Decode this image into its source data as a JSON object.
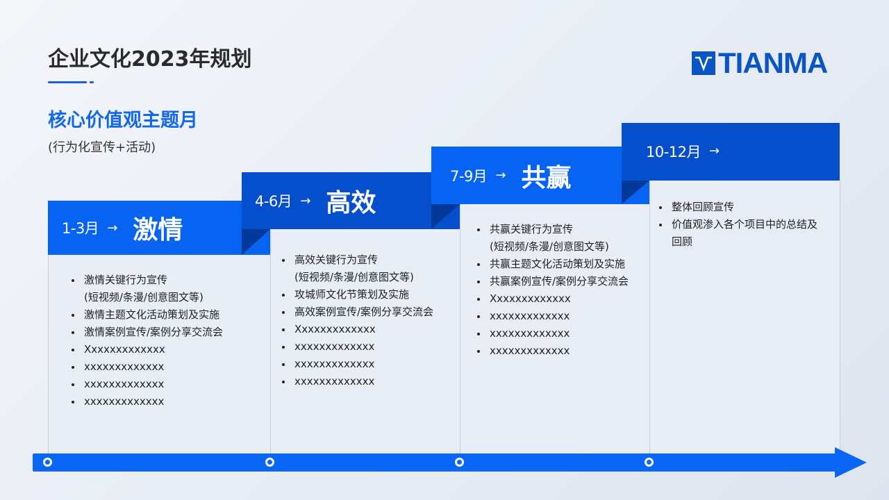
{
  "header": {
    "title": "企业文化2023年规划",
    "subtitle": "核心价值观主题月",
    "subnote": "(行为化宣传+活动)",
    "logo_text": "TIANMA"
  },
  "colors": {
    "bright_blue": "#0764f2",
    "dark_blue": "#054fcc",
    "fold_blue": "#033a9a",
    "title_blue": "#1268e8",
    "logo_blue": "#0a55c4",
    "timeline_blue": "#0a66f5"
  },
  "phases": [
    {
      "range": "1-3月",
      "arrow": "→",
      "theme": "激情",
      "items": [
        {
          "text": "激情关键行为宣传",
          "sub": "(短视频/条漫/创意图文等)"
        },
        {
          "text": "激情主题文化活动策划及实施"
        },
        {
          "text": "激情案例宣传/案例分享交流会"
        },
        {
          "text": "Xxxxxxxxxxxxx"
        },
        {
          "text": "xxxxxxxxxxxxx"
        },
        {
          "text": "xxxxxxxxxxxxx"
        },
        {
          "text": "xxxxxxxxxxxxx"
        }
      ]
    },
    {
      "range": "4-6月",
      "arrow": "→",
      "theme": "高效",
      "items": [
        {
          "text": "高效关键行为宣传",
          "sub": "(短视频/条漫/创意图文等)"
        },
        {
          "text": "攻城师文化节策划及实施"
        },
        {
          "text": "高效案例宣传/案例分享交流会"
        },
        {
          "text": "Xxxxxxxxxxxxx"
        },
        {
          "text": "xxxxxxxxxxxxx"
        },
        {
          "text": "xxxxxxxxxxxxx"
        },
        {
          "text": "xxxxxxxxxxxxx"
        }
      ]
    },
    {
      "range": "7-9月",
      "arrow": "→",
      "theme": "共赢",
      "items": [
        {
          "text": "共赢关键行为宣传",
          "sub": "(短视频/条漫/创意图文等)"
        },
        {
          "text": "共赢主题文化活动策划及实施"
        },
        {
          "text": "共赢案例宣传/案例分享交流会"
        },
        {
          "text": "Xxxxxxxxxxxxx"
        },
        {
          "text": "xxxxxxxxxxxxx"
        },
        {
          "text": "xxxxxxxxxxxxx"
        },
        {
          "text": "xxxxxxxxxxxxx"
        }
      ]
    },
    {
      "range": "10-12月",
      "arrow": "→",
      "theme": "",
      "items": [
        {
          "text": "整体回顾宣传"
        },
        {
          "text": "价值观渗入各个项目中的总结及",
          "sub": "回顾"
        }
      ]
    }
  ]
}
